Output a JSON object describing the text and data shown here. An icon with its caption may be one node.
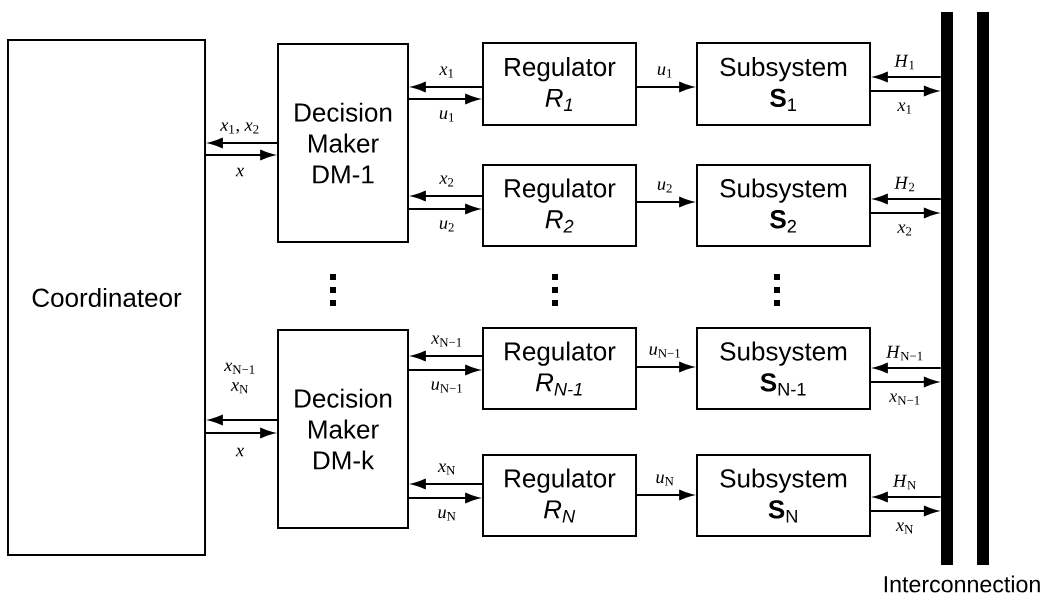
{
  "diagram": {
    "nodes": [
      {
        "text": [
          "Coordinateor"
        ]
      },
      {
        "text": [
          "Decision Maker DM-1"
        ]
      },
      {
        "text": [
          "Decision Maker DM-k"
        ]
      },
      {
        "text": [
          "Regulator",
          "R$_{1}$"
        ]
      },
      {
        "text": [
          "Regulator",
          "R$_{2}$"
        ]
      },
      {
        "text": [
          "Regulator",
          "R$_{N-1}$"
        ]
      },
      {
        "text": [
          "Regulator",
          "R$_{N}$"
        ]
      },
      {
        "text": [
          "Subsystem",
          "**S**$_{1}$"
        ]
      },
      {
        "text": [
          "Subsystem",
          "**S**$_{2}$"
        ]
      },
      {
        "text": [
          "Subsystem",
          "**S**$_{N-1}$"
        ]
      },
      {
        "text": [
          "Subsystem",
          "**S**$_{N}$"
        ]
      },
      {
        "text": [],
        "shape": "bar"
      },
      {
        "text": [],
        "shape": "bar"
      }
    ],
    "edges": [
      {
        "from": 1,
        "to": 0,
        "arrow": "to",
        "label": "*x*$_{1}$, *x*$_{2}$"
      },
      {
        "from": 0,
        "to": 1,
        "arrow": "to",
        "label": "*x*"
      },
      {
        "from": 2,
        "to": 0,
        "arrow": "to",
        "label": "*x*$_{N−1}$ *x*$_{N}$"
      },
      {
        "from": 0,
        "to": 2,
        "arrow": "to",
        "label": "*x*"
      },
      {
        "from": 3,
        "to": 1,
        "arrow": "to",
        "label": "*x*$_{1}$"
      },
      {
        "from": 1,
        "to": 3,
        "arrow": "to",
        "label": "*u*$_{1}$"
      },
      {
        "from": 4,
        "to": 1,
        "arrow": "to",
        "label": "*x*$_{2}$"
      },
      {
        "from": 1,
        "to": 4,
        "arrow": "to",
        "label": "*u*$_{2}$"
      },
      {
        "from": 5,
        "to": 2,
        "arrow": "to",
        "label": "*x*$_{N−1}$"
      },
      {
        "from": 2,
        "to": 5,
        "arrow": "to",
        "label": "*u*$_{N−1}$"
      },
      {
        "from": 6,
        "to": 2,
        "arrow": "to",
        "label": "*x*$_{N}$"
      },
      {
        "from": 2,
        "to": 6,
        "arrow": "to",
        "label": "*u*$_{N}$"
      },
      {
        "from": 3,
        "to": 7,
        "arrow": "to",
        "label": "*u*$_{1}$"
      },
      {
        "from": 4,
        "to": 8,
        "arrow": "to",
        "label": "*u*$_{2}$"
      },
      {
        "from": 5,
        "to": 9,
        "arrow": "to",
        "label": "*u*$_{N−1}$"
      },
      {
        "from": 6,
        "to": 10,
        "arrow": "to",
        "label": "*u*$_{N}$"
      },
      {
        "from": 11,
        "to": 7,
        "arrow": "to",
        "label": "*H*$_{1}$"
      },
      {
        "from": 7,
        "to": 11,
        "arrow": "to",
        "label": "*x*$_{1}$"
      },
      {
        "from": 11,
        "to": 8,
        "arrow": "to",
        "label": "*H*$_{2}$"
      },
      {
        "from": 8,
        "to": 11,
        "arrow": "to",
        "label": "*x*$_{2}$"
      },
      {
        "from": 11,
        "to": 9,
        "arrow": "to",
        "label": "*H*$_{N−1}$"
      },
      {
        "from": 9,
        "to": 11,
        "arrow": "to",
        "label": "*x*$_{N−1}$"
      },
      {
        "from": 11,
        "to": 10,
        "arrow": "to",
        "label": "*H*$_{N}$"
      },
      {
        "from": 10,
        "to": 11,
        "arrow": "to",
        "label": "*x*$_{N}$"
      }
    ],
    "labels": [
      "Interconnection"
    ]
  }
}
